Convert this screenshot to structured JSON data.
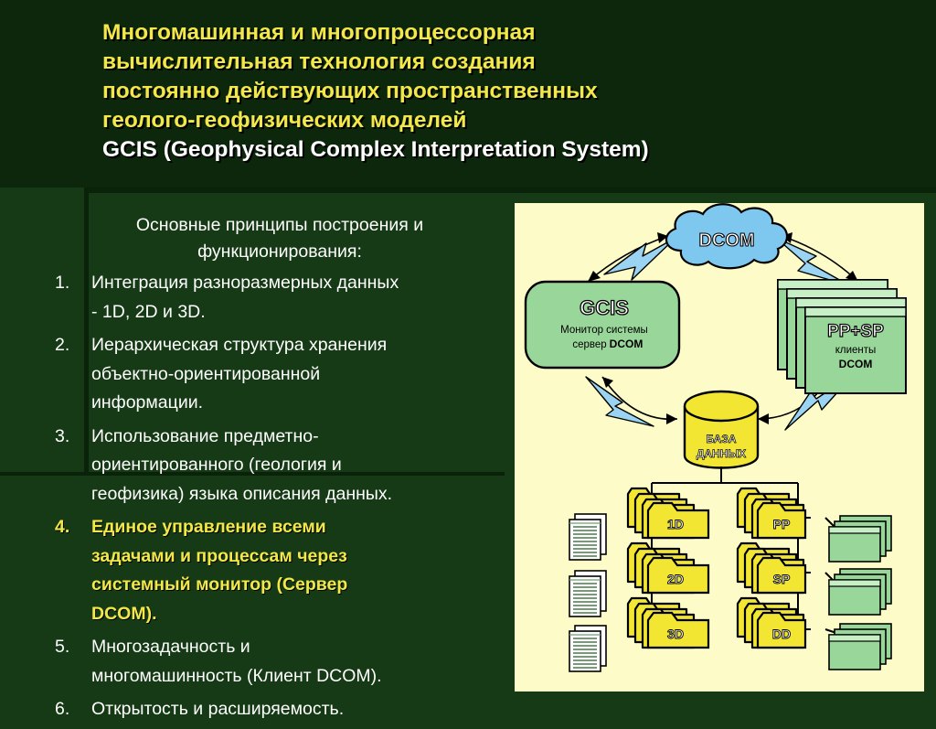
{
  "title": {
    "lines": [
      "Многомашинная и многопроцессорная",
      "вычислительная технология создания",
      "постоянно действующих пространственных",
      "геолого-геофизических моделей"
    ],
    "subtitle": "GCIS (Geophysical Complex Interpretation System)"
  },
  "principles": {
    "heading_lines": [
      "Основные принципы построения и",
      "функционирования:"
    ],
    "items": [
      {
        "number": "1.",
        "lines": [
          "Интеграция разноразмерных данных",
          "- 1D, 2D и 3D."
        ]
      },
      {
        "number": "2.",
        "lines": [
          "Иерархическая структура хранения",
          "объектно-ориентированной",
          "информации."
        ]
      },
      {
        "number": "3.",
        "lines": [
          "Использование предметно-",
          "ориентированного (геология и",
          "геофизика) языка описания данных."
        ]
      },
      {
        "number": "4.",
        "lines": [
          "Единое управление всеми",
          "задачами и процессам через",
          "системный монитор (Сервер",
          "DCOM)."
        ],
        "highlighted": true
      },
      {
        "number": "5.",
        "lines": [
          "Многозадачность и",
          "многомашинность (Клиент DCOM)."
        ]
      },
      {
        "number": "6.",
        "lines": [
          "Открытость и расширяемость."
        ]
      }
    ]
  },
  "diagram": {
    "cloud_label": "DCOM",
    "server": {
      "name": "GCIS",
      "line1": "Монитор системы",
      "line2": "сервер",
      "line2_bold": "DCOM"
    },
    "clients": {
      "name": "PP+SP",
      "line1": "клиенты",
      "line2": "DCOM"
    },
    "database": {
      "line1": "БАЗА",
      "line2": "ДАННЫХ"
    },
    "folders_left": [
      "1D",
      "2D",
      "3D"
    ],
    "folders_right": [
      "PP",
      "SP",
      "DD"
    ]
  },
  "colors": {
    "title": "#f2e84a",
    "highlight": "#f2e84a",
    "diagram_bg": "#fdfcc8",
    "box_green": "#99d699",
    "cloud_blue": "#7ec8f0",
    "folder_yellow": "#f2e632",
    "lightning_blue": "#9ad4f2"
  }
}
